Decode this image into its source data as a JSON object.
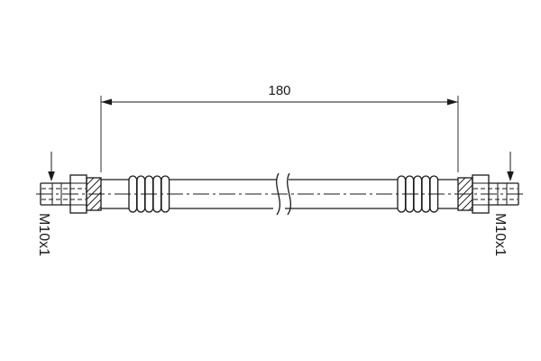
{
  "diagram": {
    "dimension": {
      "label": "180"
    },
    "threads": {
      "left": "M10x1",
      "right": "M10x1"
    },
    "colors": {
      "line": "#1a1a1a",
      "background": "#ffffff"
    }
  }
}
